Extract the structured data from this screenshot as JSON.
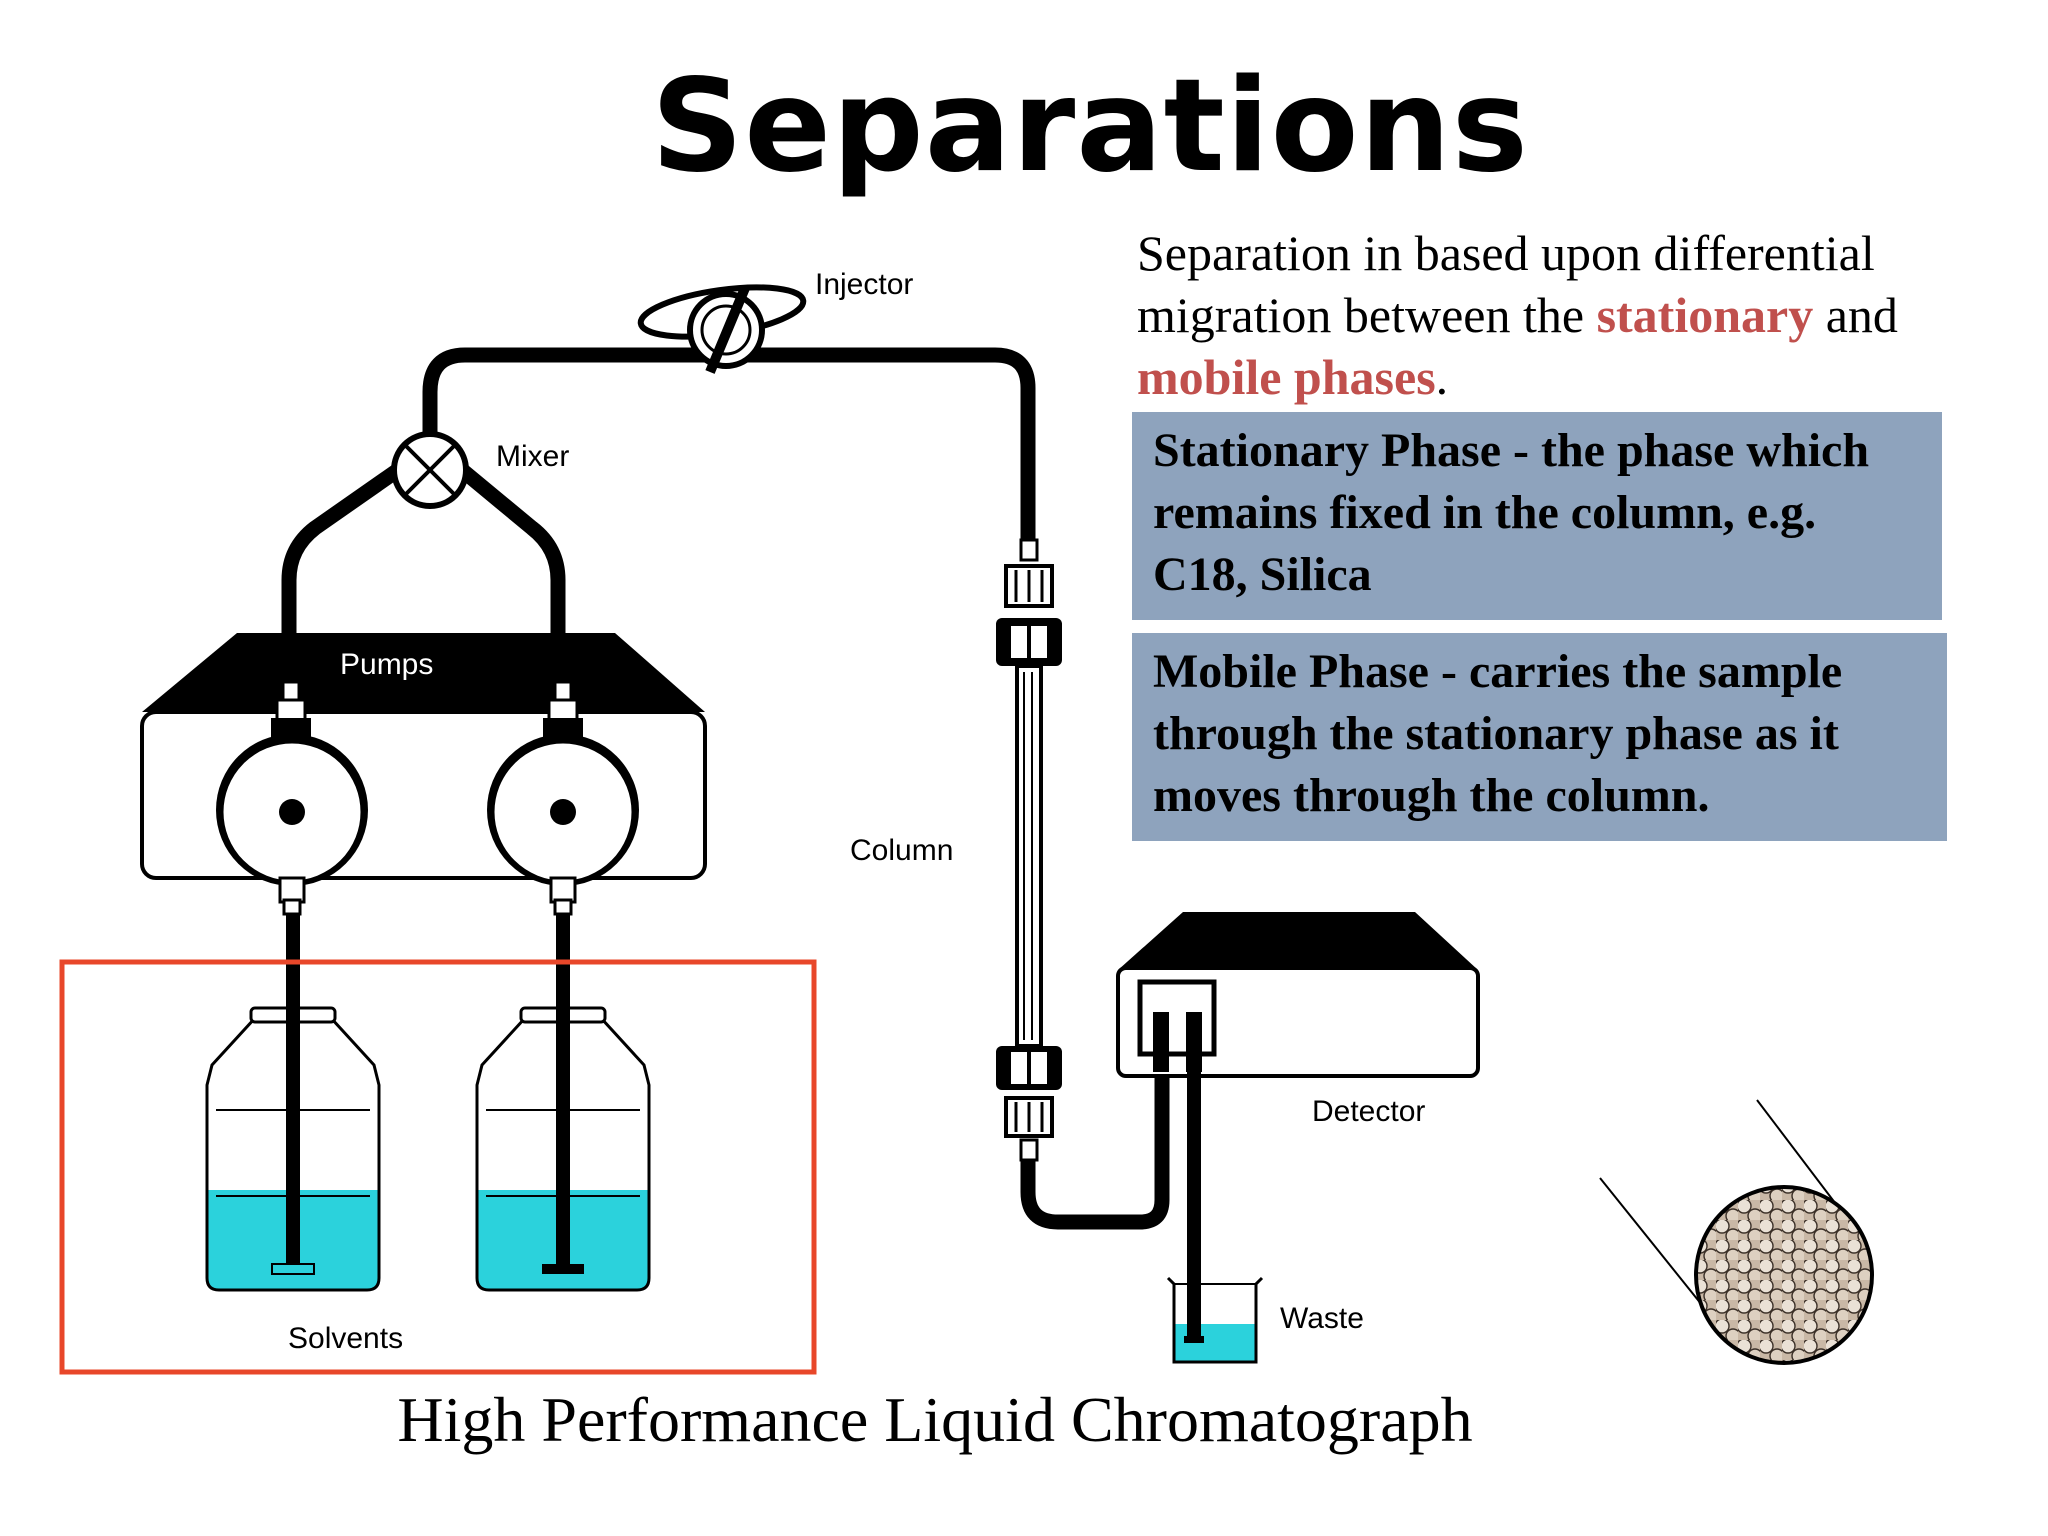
{
  "title": "Separations",
  "intro": {
    "part1": "Separation in based upon differential migration between the ",
    "stationary": "stationary",
    "part2": " and ",
    "mobile": "mobile phases",
    "part3": "."
  },
  "boxes": {
    "stationary": "Stationary Phase - the phase which remains fixed in the column, e.g. C18, Silica",
    "mobile": "Mobile Phase - carries the sample through the stationary phase as it moves through the column."
  },
  "labels": {
    "injector": "Injector",
    "mixer": "Mixer",
    "pumps": "Pumps",
    "column": "Column",
    "detector": "Detector",
    "waste": "Waste",
    "solvents": "Solvents"
  },
  "caption": "High Performance Liquid Chromatograph",
  "colors": {
    "highlight": "#c0504d",
    "box_fill": "#8ea3bd",
    "solvent": "#2bd2dc",
    "solvents_frame": "#e8472a",
    "packing": "#c9b8a6"
  }
}
